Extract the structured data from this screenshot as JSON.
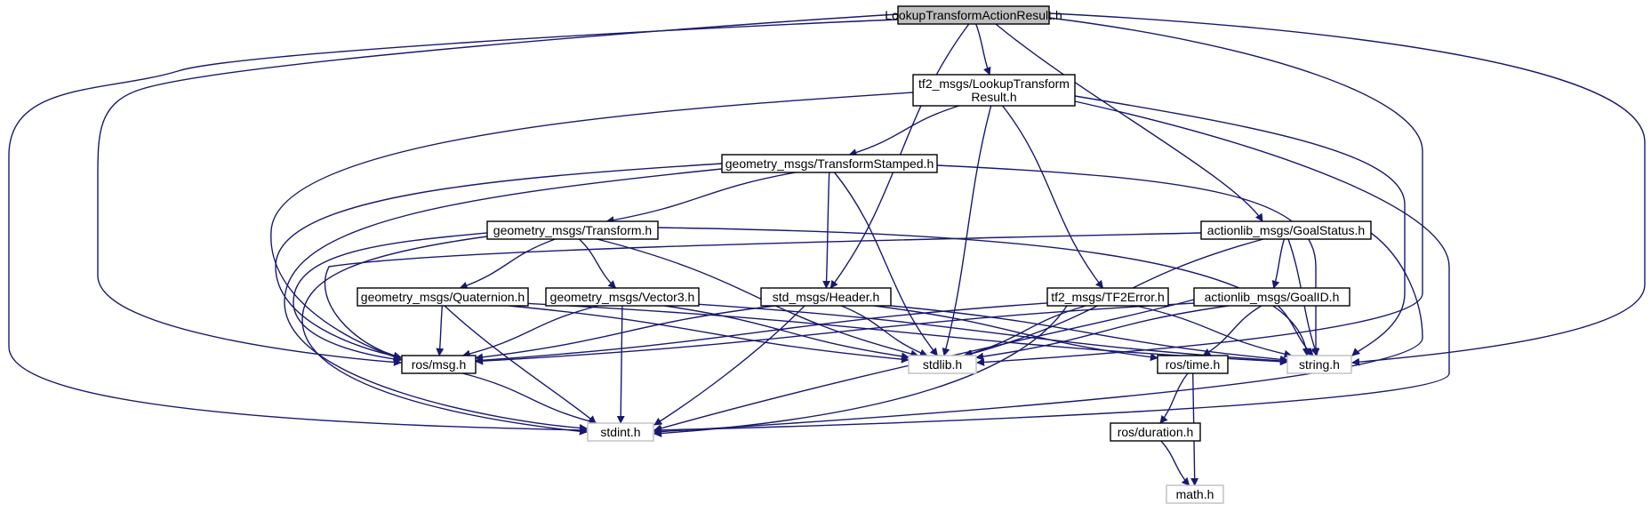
{
  "colors": {
    "edge": "#191970",
    "node_border": "#000000",
    "node_border_external": "#bfbfbf",
    "node_fill": "#ffffff",
    "node_fill_root": "#bfbfbf",
    "external_text": "#000000"
  },
  "nodes": [
    {
      "id": "root",
      "lines": [
        "LookupTransformActionResult.h"
      ],
      "kind": "root"
    },
    {
      "id": "tf2_result",
      "lines": [
        "tf2_msgs/LookupTransform",
        "Result.h"
      ],
      "kind": "local"
    },
    {
      "id": "transform_stamped",
      "lines": [
        "geometry_msgs/TransformStamped.h"
      ],
      "kind": "local"
    },
    {
      "id": "transform",
      "lines": [
        "geometry_msgs/Transform.h"
      ],
      "kind": "local"
    },
    {
      "id": "goal_status",
      "lines": [
        "actionlib_msgs/GoalStatus.h"
      ],
      "kind": "local"
    },
    {
      "id": "quaternion",
      "lines": [
        "geometry_msgs/Quaternion.h"
      ],
      "kind": "local"
    },
    {
      "id": "vector3",
      "lines": [
        "geometry_msgs/Vector3.h"
      ],
      "kind": "local"
    },
    {
      "id": "header",
      "lines": [
        "std_msgs/Header.h"
      ],
      "kind": "local"
    },
    {
      "id": "tf2_error",
      "lines": [
        "tf2_msgs/TF2Error.h"
      ],
      "kind": "local"
    },
    {
      "id": "goal_id",
      "lines": [
        "actionlib_msgs/GoalID.h"
      ],
      "kind": "local"
    },
    {
      "id": "ros_msg",
      "lines": [
        "ros/msg.h"
      ],
      "kind": "local"
    },
    {
      "id": "stdlib",
      "lines": [
        "stdlib.h"
      ],
      "kind": "external"
    },
    {
      "id": "string",
      "lines": [
        "string.h"
      ],
      "kind": "external"
    },
    {
      "id": "ros_time",
      "lines": [
        "ros/time.h"
      ],
      "kind": "local"
    },
    {
      "id": "stdint",
      "lines": [
        "stdint.h"
      ],
      "kind": "external"
    },
    {
      "id": "ros_duration",
      "lines": [
        "ros/duration.h"
      ],
      "kind": "local"
    },
    {
      "id": "math",
      "lines": [
        "math.h"
      ],
      "kind": "external"
    }
  ],
  "edges": [
    [
      "root",
      "tf2_result"
    ],
    [
      "root",
      "header"
    ],
    [
      "root",
      "goal_status"
    ],
    [
      "root",
      "ros_msg"
    ],
    [
      "root",
      "stdint"
    ],
    [
      "root",
      "string"
    ],
    [
      "root",
      "stdlib"
    ],
    [
      "tf2_result",
      "transform_stamped"
    ],
    [
      "tf2_result",
      "ros_msg"
    ],
    [
      "tf2_result",
      "stdlib"
    ],
    [
      "tf2_result",
      "tf2_error"
    ],
    [
      "tf2_result",
      "string"
    ],
    [
      "tf2_result",
      "stdint"
    ],
    [
      "transform_stamped",
      "transform"
    ],
    [
      "transform_stamped",
      "header"
    ],
    [
      "transform_stamped",
      "ros_msg"
    ],
    [
      "transform_stamped",
      "stdint"
    ],
    [
      "transform_stamped",
      "stdlib"
    ],
    [
      "transform_stamped",
      "string"
    ],
    [
      "transform",
      "quaternion"
    ],
    [
      "transform",
      "vector3"
    ],
    [
      "transform",
      "ros_msg"
    ],
    [
      "transform",
      "stdint"
    ],
    [
      "transform",
      "stdlib"
    ],
    [
      "transform",
      "string"
    ],
    [
      "quaternion",
      "ros_msg"
    ],
    [
      "quaternion",
      "stdint"
    ],
    [
      "quaternion",
      "stdlib"
    ],
    [
      "quaternion",
      "string"
    ],
    [
      "vector3",
      "ros_msg"
    ],
    [
      "vector3",
      "stdint"
    ],
    [
      "vector3",
      "stdlib"
    ],
    [
      "vector3",
      "string"
    ],
    [
      "header",
      "ros_msg"
    ],
    [
      "header",
      "stdint"
    ],
    [
      "header",
      "stdlib"
    ],
    [
      "header",
      "ros_time"
    ],
    [
      "header",
      "string"
    ],
    [
      "tf2_error",
      "ros_msg"
    ],
    [
      "tf2_error",
      "stdint"
    ],
    [
      "tf2_error",
      "stdlib"
    ],
    [
      "tf2_error",
      "string"
    ],
    [
      "goal_status",
      "goal_id"
    ],
    [
      "goal_status",
      "ros_msg"
    ],
    [
      "goal_status",
      "stdlib"
    ],
    [
      "goal_status",
      "string"
    ],
    [
      "goal_status",
      "stdint"
    ],
    [
      "goal_id",
      "ros_msg"
    ],
    [
      "goal_id",
      "stdint"
    ],
    [
      "goal_id",
      "stdlib"
    ],
    [
      "goal_id",
      "ros_time"
    ],
    [
      "goal_id",
      "string"
    ],
    [
      "ros_msg",
      "stdint"
    ],
    [
      "ros_time",
      "ros_duration"
    ],
    [
      "ros_time",
      "math"
    ],
    [
      "ros_duration",
      "math"
    ]
  ]
}
